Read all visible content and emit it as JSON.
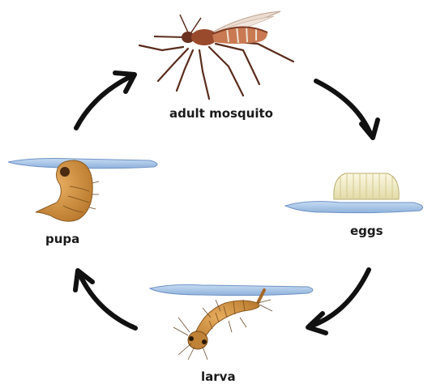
{
  "labels": {
    "adult": "adult mosquito",
    "eggs": "eggs",
    "pupa": "pupa",
    "larva": "larva"
  },
  "colors": {
    "arrow": "#111111",
    "water": "#a9c6e8",
    "water_edge": "#6f93c4",
    "eggs": "#f1ecc8",
    "body": "#c98a3a",
    "mosquito": "#b4623a"
  }
}
